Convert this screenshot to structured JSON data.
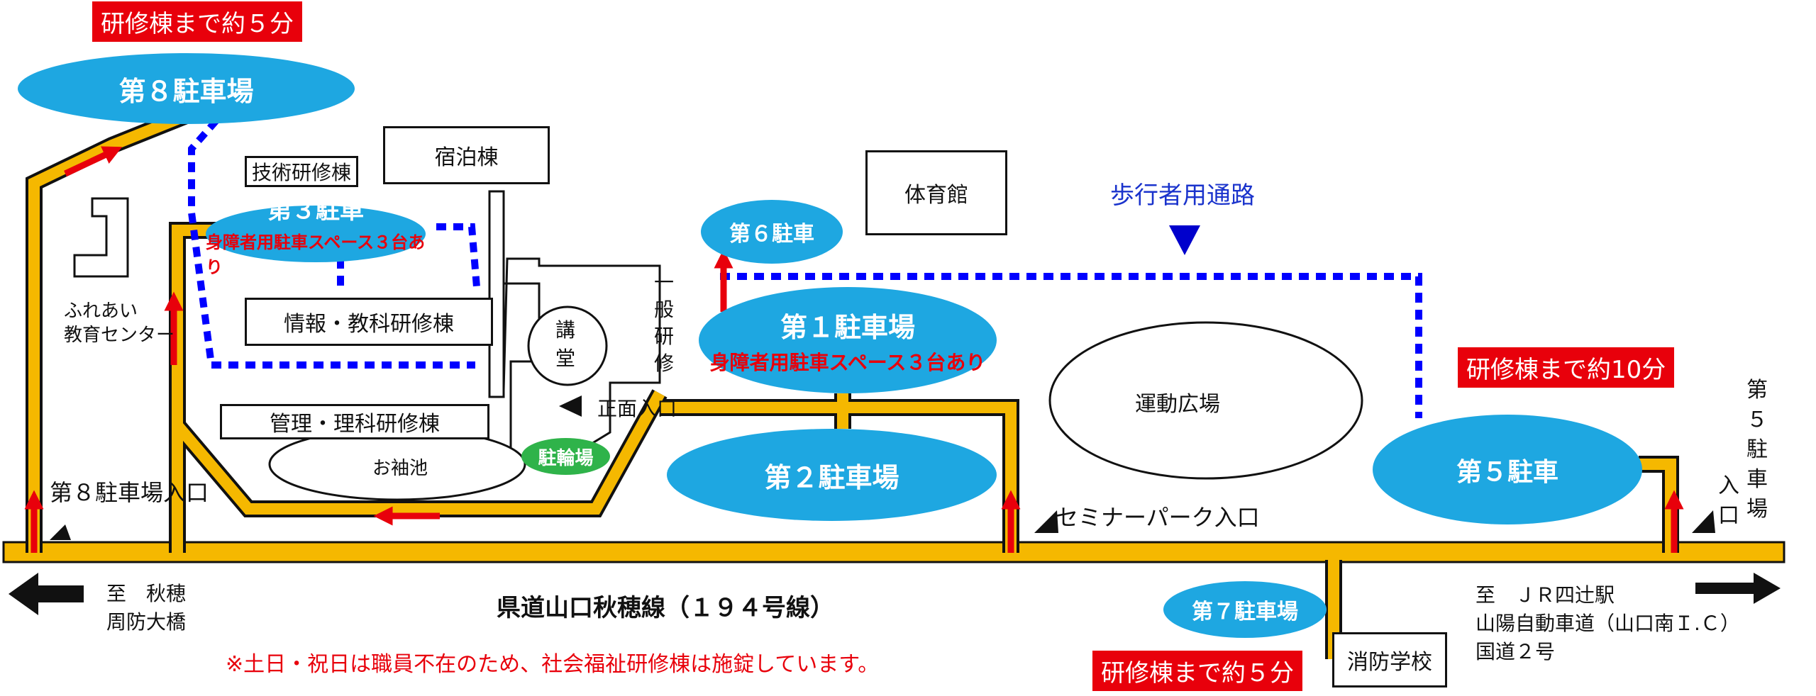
{
  "labels": {
    "time_top": "研修棟まで約５分",
    "time_right": "研修棟まで約10分",
    "time_bottom": "研修棟まで約５分",
    "lot8": "第８駐車場",
    "lot3": "第３駐車",
    "lot3_sub": "身障者用駐車スペース３台あり",
    "lot6": "第６駐車",
    "lot1": "第１駐車場",
    "lot1_sub": "身障者用駐車スペース３台あり",
    "lot2": "第２駐車場",
    "lot5": "第５駐車",
    "lot7": "第７駐車場",
    "bike": "駐輪場",
    "gijutsu": "技術研修棟",
    "shukuhaku": "宿泊棟",
    "taiikukan": "体育館",
    "joho": "情報・教科研修棟",
    "kanri": "管理・理科研修棟",
    "pond": "お袖池",
    "kodo": "講\n堂",
    "ippan": "一\n般\n研\n修",
    "fureai": "ふれあい\n教育センター",
    "undo": "運動広場",
    "shobo": "消防学校",
    "pedestrian": "歩行者用通路",
    "front_gate": "正面入口",
    "seminar_gate": "セミナーパーク入口",
    "lot8_gate": "第８駐車場入口",
    "lot5_gate_a": "入\n口",
    "lot5_gate_b": "第\n５\n駐\n車\n場",
    "road_name": "県道山口秋穂線（１９４号線）",
    "left_dest": "至　秋穂\n周防大橋",
    "right_dest_1": "至　ＪＲ四辻駅",
    "right_dest_2": "山陽自動車道（山口南Ｉ.Ｃ）",
    "right_dest_3": "国道２号",
    "notice": "※土日・祝日は職員不在のため、社会福祉研修棟は施錠しています。"
  },
  "colors": {
    "road": "#f5b800",
    "road_outline": "#111111",
    "parking": "#1ea7e1",
    "arrow": "#e8000b",
    "path": "#0000ff",
    "bike": "#2fb34a",
    "time_label_bg": "#e8000b",
    "notice": "#e8000b",
    "pedestrian_text": "#1a33cc"
  }
}
